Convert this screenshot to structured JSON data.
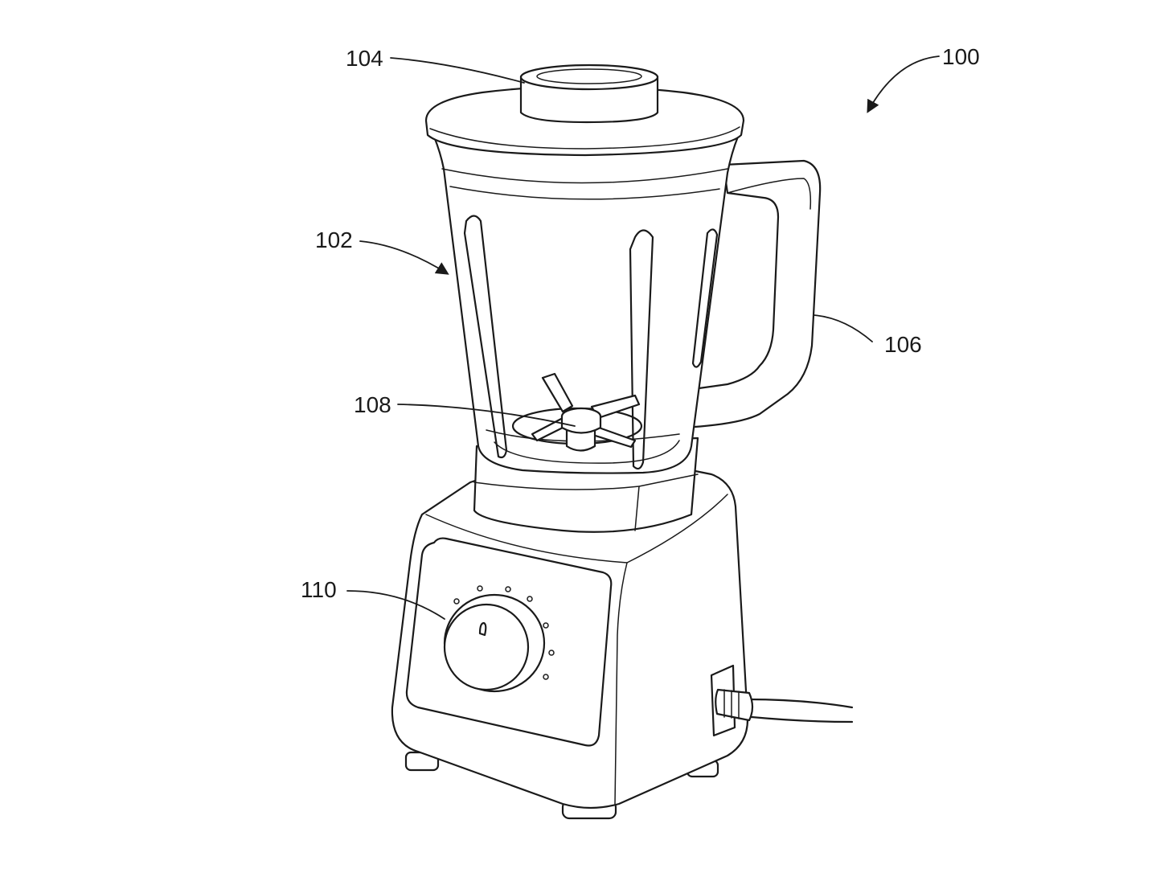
{
  "labels": {
    "assembly": "100",
    "jar": "102",
    "lid_cap": "104",
    "handle": "106",
    "blade": "108",
    "knob": "110"
  },
  "colors": {
    "ink": "#1a1a1a",
    "paper": "#ffffff"
  }
}
